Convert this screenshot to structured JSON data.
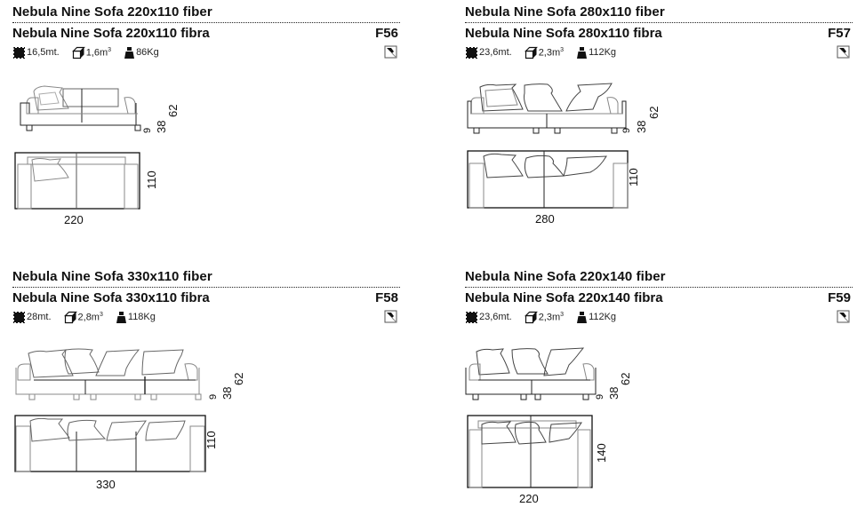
{
  "products": [
    {
      "title_en": "Nebula Nine Sofa 220x110 fiber",
      "title_it": "Nebula Nine Sofa 220x110 fibra",
      "code": "F56",
      "fabric": "16,5mt.",
      "volume": "1,6m",
      "volume_unit_sup": "3",
      "weight": "86Kg",
      "icon": "fabric-swatch-icon",
      "dims": {
        "width": "220",
        "depth": "110",
        "leg": "9",
        "seat": "38",
        "height": "62"
      },
      "pillows": 1
    },
    {
      "title_en": "Nebula Nine Sofa 280x110 fiber",
      "title_it": "Nebula Nine Sofa 280x110 fibra",
      "code": "F57",
      "fabric": "23,6mt.",
      "volume": "2,3m",
      "volume_unit_sup": "3",
      "weight": "112Kg",
      "dims": {
        "width": "280",
        "depth": "110",
        "leg": "9",
        "seat": "38",
        "height": "62"
      },
      "pillows": 3
    },
    {
      "title_en": "Nebula Nine Sofa 330x110 fiber",
      "title_it": "Nebula Nine Sofa 330x110 fibra",
      "code": "F58",
      "fabric": "28mt.",
      "volume": "2,8m",
      "volume_unit_sup": "3",
      "weight": "118Kg",
      "dims": {
        "width": "330",
        "depth": "110",
        "leg": "9",
        "seat": "38",
        "height": "62"
      },
      "pillows": 4
    },
    {
      "title_en": "Nebula Nine Sofa 220x140 fiber",
      "title_it": "Nebula Nine Sofa 220x140 fibra",
      "code": "F59",
      "fabric": "23,6mt.",
      "volume": "2,3m",
      "volume_unit_sup": "3",
      "weight": "112Kg",
      "dims": {
        "width": "220",
        "depth": "140",
        "leg": "9",
        "seat": "38",
        "height": "62"
      },
      "pillows": 3
    }
  ]
}
